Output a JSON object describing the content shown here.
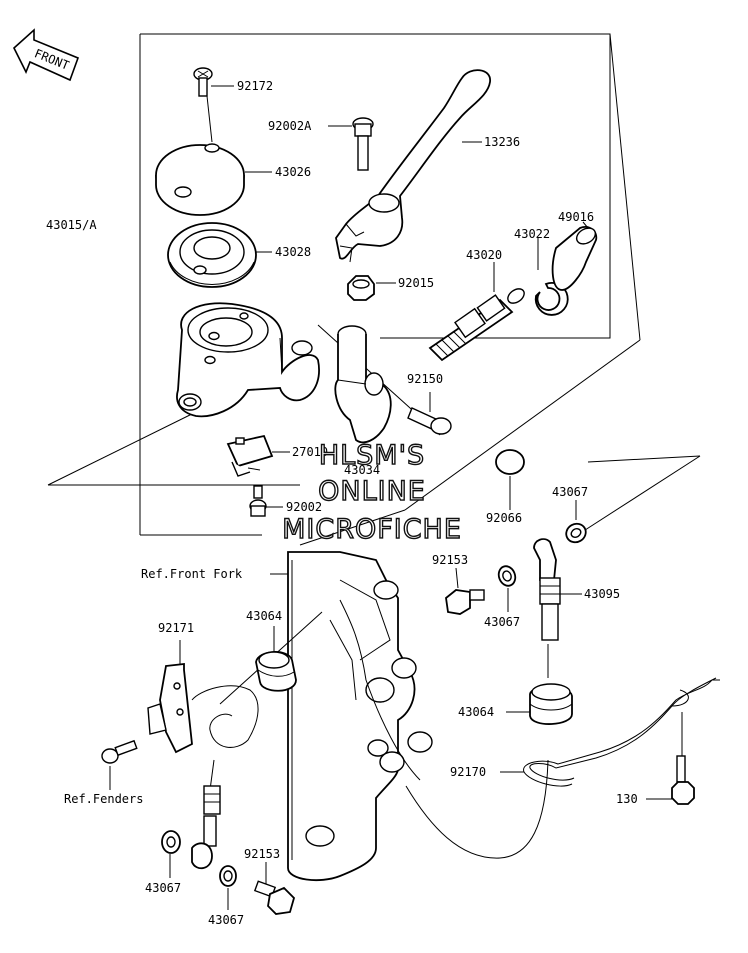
{
  "front_arrow": {
    "label": "FRONT"
  },
  "labels": {
    "p92172": "92172",
    "p92002A": "92002A",
    "p13236": "13236",
    "p43026": "43026",
    "p43015A": "43015/A",
    "p43028": "43028",
    "p49016": "49016",
    "p43022": "43022",
    "p43020": "43020",
    "p92015": "92015",
    "p92150": "92150",
    "p27010": "27010",
    "p43034": "43034",
    "p92002": "92002",
    "p92066": "92066",
    "p43067a": "43067",
    "p92153a": "92153",
    "p43095": "43095",
    "p43067b": "43067",
    "ref_front_fork": "Ref.Front Fork",
    "p92171": "92171",
    "p43064a": "43064",
    "p43064b": "43064",
    "p92170": "92170",
    "p130": "130",
    "ref_fenders": "Ref.Fenders",
    "p43067c": "43067",
    "p92153b": "92153",
    "p43067d": "43067"
  },
  "watermark": {
    "line1": "HLSM'S",
    "line2": "ONLINE",
    "line3": "MICROFICHE"
  }
}
